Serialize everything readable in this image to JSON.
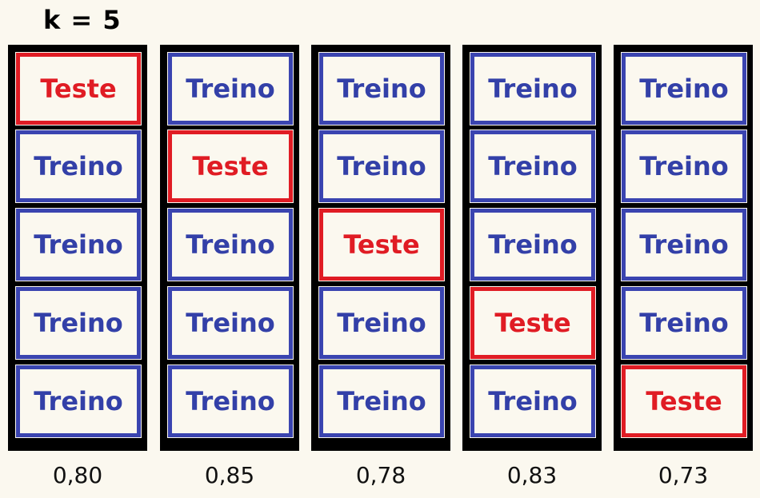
{
  "title": "k = 5",
  "train_label": "Treino",
  "test_label": "Teste",
  "folds": [
    {
      "test_index": 0,
      "score": "0,80"
    },
    {
      "test_index": 1,
      "score": "0,85"
    },
    {
      "test_index": 2,
      "score": "0,78"
    },
    {
      "test_index": 3,
      "score": "0,83"
    },
    {
      "test_index": 4,
      "score": "0,73"
    }
  ],
  "colors": {
    "train": "#3a44b0",
    "test": "#e01c24",
    "background": "#fbf8ef",
    "frame": "#000000"
  }
}
